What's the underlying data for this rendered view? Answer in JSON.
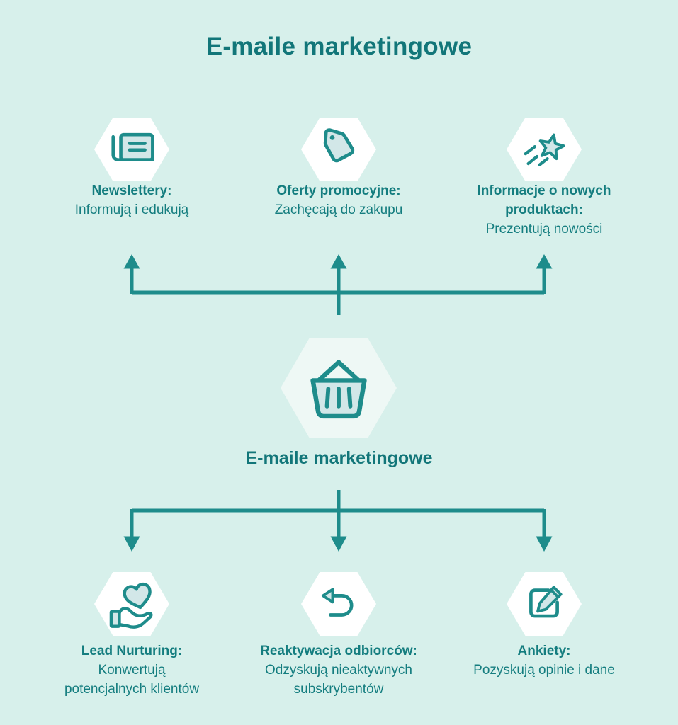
{
  "title": "E-maile marketingowe",
  "colors": {
    "background": "#d7f0eb",
    "teal": "#1e8c8b",
    "text": "#147d7f",
    "title_text": "#127679",
    "icon_fill": "#d2e7e8",
    "hex_small_fill": "#ffffff",
    "hex_center_fill": "#eef8f5"
  },
  "center_node": {
    "icon": "shopping-basket-icon",
    "label": "E-maile marketingowe"
  },
  "top_row": [
    {
      "icon": "newspaper-icon",
      "heading_lines": [
        "Newslettery:"
      ],
      "description_lines": [
        "Informują i edukują"
      ]
    },
    {
      "icon": "price-tag-icon",
      "heading_lines": [
        "Oferty promocyjne:"
      ],
      "description_lines": [
        "Zachęcają do zakupu"
      ]
    },
    {
      "icon": "shooting-star-icon",
      "heading_lines": [
        "Informacje o nowych",
        "produktach:"
      ],
      "description_lines": [
        "Prezentują nowości"
      ]
    }
  ],
  "bottom_row": [
    {
      "icon": "hand-heart-icon",
      "heading_lines": [
        "Lead Nurturing:"
      ],
      "description_lines": [
        "Konwertują",
        "potencjalnych klientów"
      ]
    },
    {
      "icon": "return-arrow-icon",
      "heading_lines": [
        "Reaktywacja odbiorców:"
      ],
      "description_lines": [
        "Odzyskują nieaktywnych",
        "subskrybentów"
      ]
    },
    {
      "icon": "edit-pencil-icon",
      "heading_lines": [
        "Ankiety:"
      ],
      "description_lines": [
        "Pozyskują opinie i dane"
      ]
    }
  ]
}
